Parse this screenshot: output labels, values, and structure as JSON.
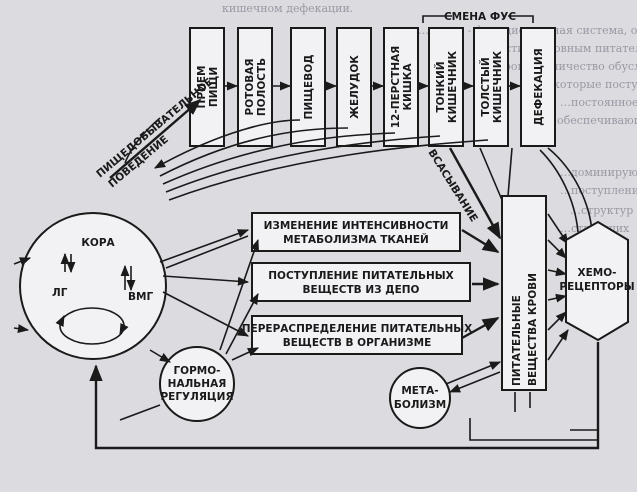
{
  "background_text": {
    "title": "кишечном дефекации.",
    "lines": [
      "…ществ - функциональная система, опре-",
      "…ности. Основным питательных",
      "…крови, количество обуслав-",
      "…которые поступ-",
      "…постоянное",
      "…обеспечивающ",
      "…доминирующ",
      "…поступления ингредиентов из депо",
      "…структур пищевых",
      "…ствующих"
    ]
  },
  "process_boxes": [
    {
      "id": "priem",
      "lines": [
        "ПРИЕМ",
        "ПИЩИ"
      ]
    },
    {
      "id": "rot",
      "lines": [
        "РОТОВАЯ",
        "ПОЛОСТЬ"
      ]
    },
    {
      "id": "pishchevod",
      "lines": [
        "ПИЩЕВОД"
      ]
    },
    {
      "id": "zheludok",
      "lines": [
        "ЖЕЛУДОК"
      ]
    },
    {
      "id": "dpk",
      "lines": [
        "12-ПЕРСТНАЯ",
        "КИШКА"
      ]
    },
    {
      "id": "tonkiy",
      "lines": [
        "ТОНКИЙ",
        "КИШЕЧНИК"
      ]
    },
    {
      "id": "tolstyy",
      "lines": [
        "ТОЛСТЫЙ",
        "КИШЕЧНИК"
      ]
    },
    {
      "id": "defekaciya",
      "lines": [
        "ДЕФЕКАЦИЯ"
      ]
    }
  ],
  "smena_fus": "СМЕНА ФУС",
  "behavior_label": [
    "ПИЩЕДОБЫВАТЕЛЬНОЕ",
    "ПОВЕДЕНИЕ"
  ],
  "absorption_label": "ВСАСЫВАНИЕ",
  "cortex": {
    "kora": "КОРА",
    "lg": "ЛГ",
    "vmg": "ВМГ"
  },
  "effect_boxes": [
    {
      "id": "metab",
      "lines": [
        "ИЗМЕНЕНИЕ ИНТЕНСИВНОСТИ",
        "МЕТАБОЛИЗМА ТКАНЕЙ"
      ]
    },
    {
      "id": "depo",
      "lines": [
        "ПОСТУПЛЕНИЕ ПИТАТЕЛЬНЫХ",
        "ВЕЩЕСТВ ИЗ ДЕПО"
      ]
    },
    {
      "id": "pereras",
      "lines": [
        "ПЕРЕРАСПРЕДЕЛЕНИЕ ПИТАТЕЛЬНЫХ",
        "ВЕЩЕСТВ В ОРГАНИЗМЕ"
      ]
    }
  ],
  "blood_box": [
    "ПИТАТЕЛЬНЫЕ",
    "ВЕЩЕСТВА КРОВИ"
  ],
  "chemoreceptors": [
    "ХЕМО-",
    "РЕЦЕПТОРЫ"
  ],
  "hormonal": [
    "ГОРМО-",
    "НАЛЬНАЯ",
    "РЕГУЛЯЦИЯ"
  ],
  "metabolism": [
    "МЕТА-",
    "БОЛИЗМ"
  ],
  "colors": {
    "ink": "#1a1a1a",
    "box_fill": "#f2f2f4",
    "paper": "#dcdbe0"
  }
}
